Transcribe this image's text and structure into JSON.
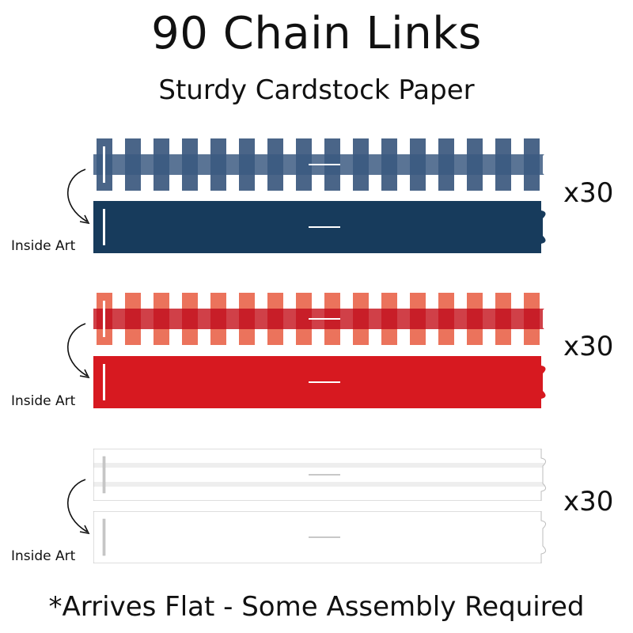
{
  "header": {
    "title": "90 Chain Links",
    "subtitle": "Sturdy Cardstock Paper"
  },
  "groups": [
    {
      "count": "x30",
      "inside_label": "Inside Art",
      "front_color": "#2a4a73",
      "front_band_color": "#3d5c82",
      "inside_color": "#173b5c"
    },
    {
      "count": "x30",
      "inside_label": "Inside Art",
      "front_color": "#e85a40",
      "front_band_color": "#c81e28",
      "inside_color": "#d71920"
    },
    {
      "count": "x30",
      "inside_label": "Inside Art",
      "front_color": "#ffffff",
      "front_band_color": "#eeeeee",
      "inside_color": "#ffffff"
    }
  ],
  "footer": {
    "note": "*Arrives Flat - Some Assembly Required"
  }
}
